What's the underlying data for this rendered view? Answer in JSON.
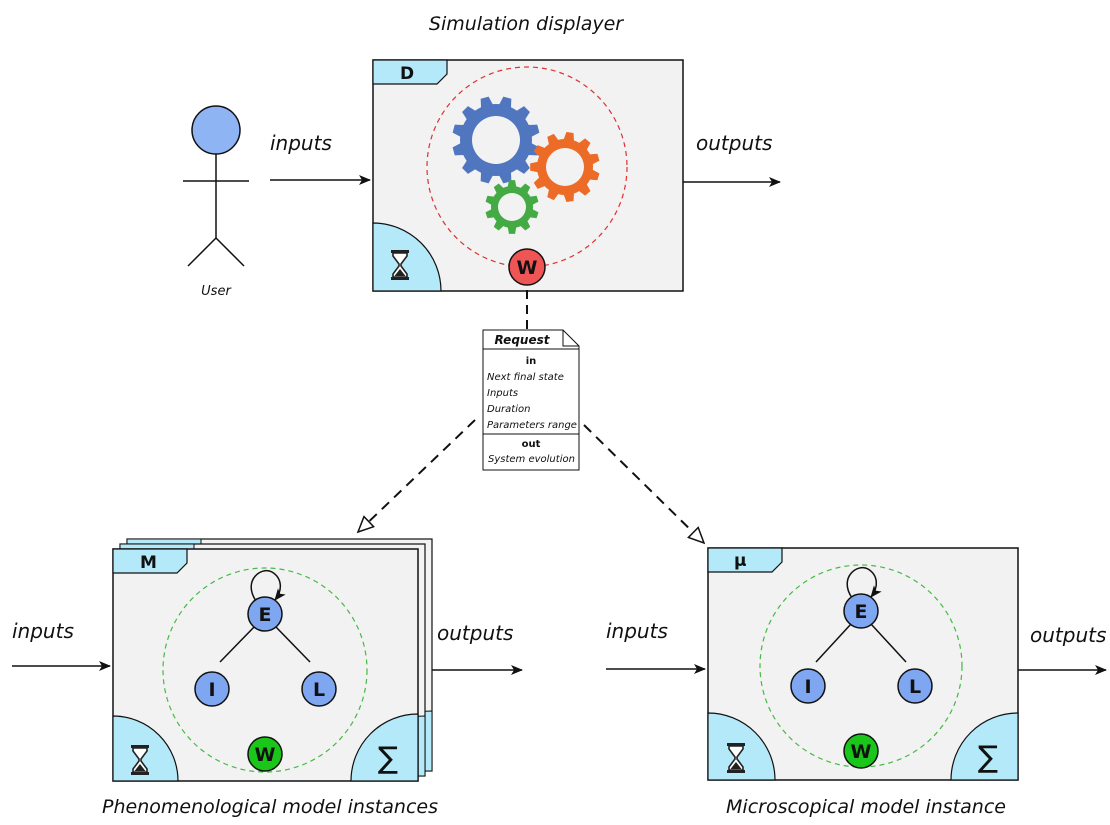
{
  "display": {
    "title": "Simulation displayer",
    "tab": "D",
    "inputs_label": "inputs",
    "outputs_label": "outputs",
    "world_node": "W"
  },
  "user": {
    "label": "User"
  },
  "request": {
    "title": "Request",
    "in_label": "in",
    "in_items": [
      "Next final state",
      "Inputs",
      "Duration",
      "Parameters range"
    ],
    "out_label": "out",
    "out_items": [
      "System evolution"
    ]
  },
  "phenomenological": {
    "caption": "Phenomenological model instances",
    "tab": "M",
    "inputs_label": "inputs",
    "outputs_label": "outputs",
    "nodes": {
      "e": "E",
      "i": "I",
      "l": "L",
      "w": "W"
    },
    "sum_symbol": "∑"
  },
  "microscopical": {
    "caption": "Microscopical model instance",
    "tab": "μ",
    "inputs_label": "inputs",
    "outputs_label": "outputs",
    "nodes": {
      "e": "E",
      "i": "I",
      "l": "L",
      "w": "W"
    },
    "sum_symbol": "∑"
  },
  "colors": {
    "tab_fill": "#b3e9f8",
    "box_fill": "#f2f2f2",
    "node_blue": "#7fa6f0",
    "node_green": "#19c619",
    "node_red": "#f05555",
    "gear_blue": "#5176c0",
    "gear_orange": "#ec6b26",
    "gear_green": "#44ab44",
    "user_head": "#8fb4f4",
    "red_dash": "#e03030",
    "green_dash": "#44bb44"
  },
  "icons": [
    "hourglass-icon",
    "gear-icon",
    "sigma-icon",
    "document-icon"
  ]
}
